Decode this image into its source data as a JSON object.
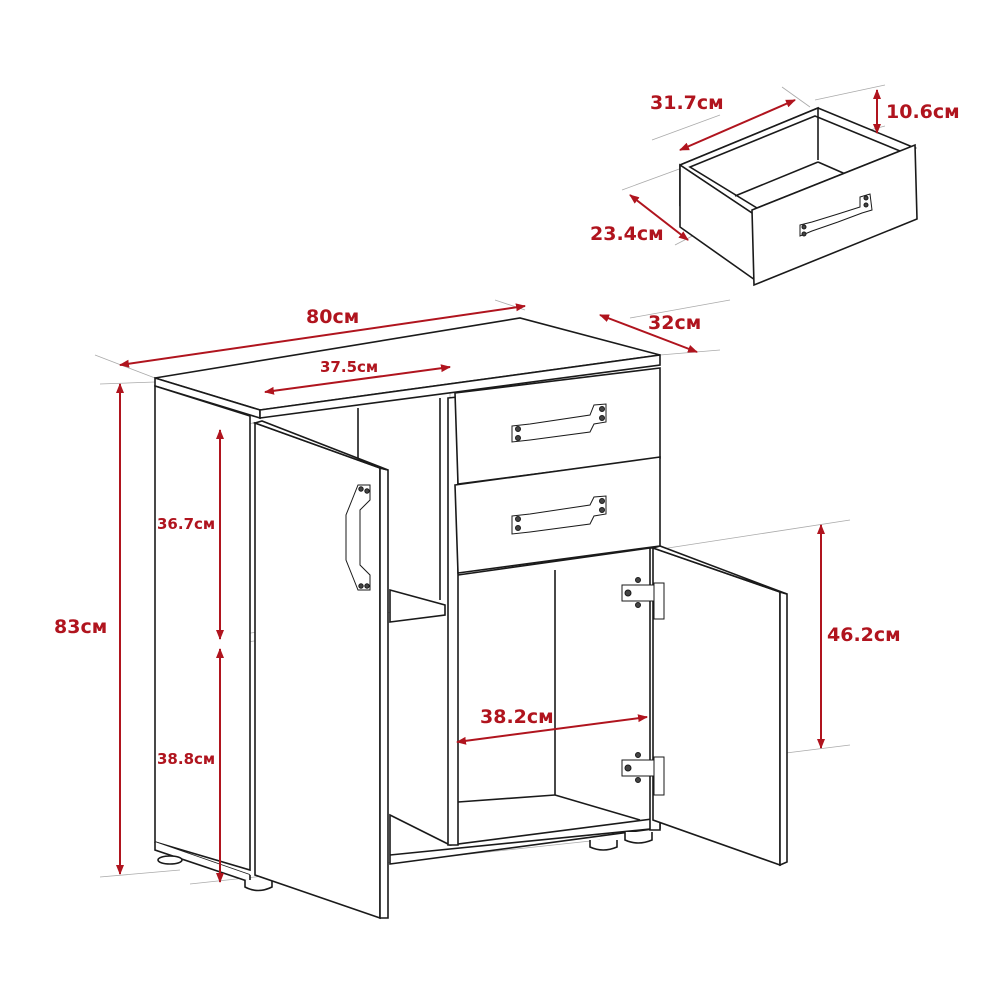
{
  "diagram": {
    "subject": "Sideboard cabinet with 2 drawers and 2 doors",
    "accent_color": "#b0141e",
    "line_color": "#1a1a1a"
  },
  "drawer_detail": {
    "depth": "31.7см",
    "height": "10.6см",
    "width": "23.4см"
  },
  "cabinet": {
    "width": "80см",
    "depth": "32см",
    "height": "83см",
    "left_compartment_width": "37.5см",
    "upper_shelf_height": "36.7см",
    "lower_shelf_height": "38.8см",
    "right_compartment_width": "38.2см",
    "right_compartment_height": "46.2см"
  }
}
